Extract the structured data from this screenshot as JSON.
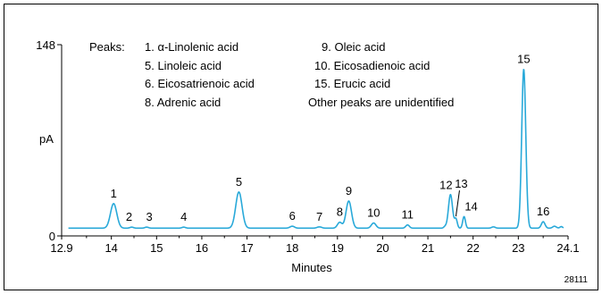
{
  "chart_data": {
    "type": "line",
    "xlabel": "Minutes",
    "ylabel": "pA",
    "xlim": [
      12.9,
      24.1
    ],
    "ylim": [
      0,
      148
    ],
    "y_tick_labels": [
      "0",
      "148"
    ],
    "x_ticks": [
      12.9,
      14,
      15,
      16,
      17,
      18,
      19,
      20,
      21,
      22,
      23,
      24.1
    ],
    "x_tick_labels": [
      "12.9",
      "14",
      "15",
      "16",
      "17",
      "18",
      "19",
      "20",
      "21",
      "22",
      "23",
      "24.1"
    ],
    "baseline": 6,
    "line_color": "#29a9d9",
    "peaks": [
      {
        "label": "1",
        "x": 14.05,
        "height": 19,
        "width": 0.07
      },
      {
        "label": "2",
        "x": 14.45,
        "height": 0.8,
        "width": 0.04
      },
      {
        "label": "3",
        "x": 14.78,
        "height": 0.8,
        "width": 0.04
      },
      {
        "label": "4",
        "x": 15.6,
        "height": 0.8,
        "width": 0.04
      },
      {
        "label": "5",
        "x": 16.82,
        "height": 28,
        "width": 0.07
      },
      {
        "label": "6",
        "x": 18.0,
        "height": 1.5,
        "width": 0.05
      },
      {
        "label": "7",
        "x": 18.6,
        "height": 1.0,
        "width": 0.05
      },
      {
        "label": "8",
        "x": 19.05,
        "height": 4.5,
        "width": 0.05
      },
      {
        "label": "9",
        "x": 19.25,
        "height": 21,
        "width": 0.06
      },
      {
        "label": "10",
        "x": 19.8,
        "height": 4,
        "width": 0.05
      },
      {
        "label": "11",
        "x": 20.55,
        "height": 2.5,
        "width": 0.04
      },
      {
        "label": "12",
        "x": 21.5,
        "height": 26,
        "width": 0.045
      },
      {
        "label": "13",
        "x": 21.62,
        "height": 7,
        "width": 0.03
      },
      {
        "label": "14",
        "x": 21.8,
        "height": 9,
        "width": 0.03
      },
      {
        "label": "15",
        "x": 23.12,
        "height": 123,
        "width": 0.045
      },
      {
        "label": "16",
        "x": 23.55,
        "height": 5,
        "width": 0.04
      }
    ],
    "minor_bumps": [
      {
        "x": 21.38,
        "height": 1.2,
        "width": 0.03
      },
      {
        "x": 22.45,
        "height": 1.0,
        "width": 0.04
      },
      {
        "x": 23.8,
        "height": 1.5,
        "width": 0.04
      },
      {
        "x": 23.95,
        "height": 1.2,
        "width": 0.03
      }
    ]
  },
  "legend": {
    "heading": "Peaks:",
    "left_column": [
      "1. α-Linolenic acid",
      "5. Linoleic acid",
      "6. Eicosatrienoic acid",
      "8. Adrenic acid"
    ],
    "right_column": [
      "9. Oleic acid",
      "10. Eicosadienoic acid",
      "15. Erucic acid"
    ],
    "note": "Other peaks are unidentified"
  },
  "figure_id": "28111"
}
